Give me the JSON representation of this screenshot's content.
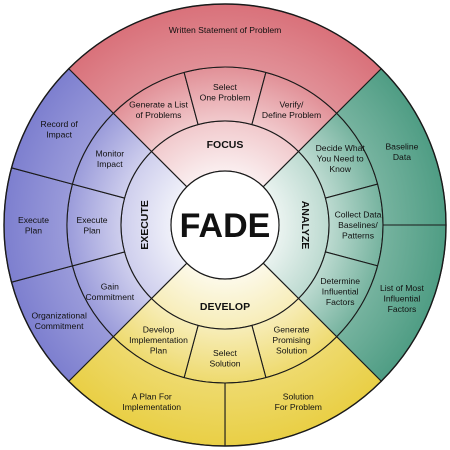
{
  "center_label": "FADE",
  "colors": {
    "focus": "#d9717a",
    "analyze": "#4f9d84",
    "develop": "#e9cf45",
    "execute": "#7d7fcf",
    "center": "#ffffff",
    "outline": "#1a1a1a"
  },
  "quadrants": [
    {
      "key": "focus",
      "title": "FOCUS",
      "inner_items": [
        "Generate a List of Problems",
        "Select One Problem",
        "Verify/ Define Problem"
      ],
      "outer_items": [
        "Written Statement of Problem"
      ]
    },
    {
      "key": "analyze",
      "title": "ANALYZE",
      "inner_items": [
        "Decide What You Need to Know",
        "Collect Data Baselines/ Patterns",
        "Determine Influential Factors"
      ],
      "outer_items": [
        "Baseline Data",
        "List of Most Influential Factors"
      ]
    },
    {
      "key": "develop",
      "title": "DEVELOP",
      "inner_items": [
        "Develop Implementation Plan",
        "Select Solution",
        "Generate Promising Solution"
      ],
      "outer_items": [
        "A Plan For Implementation",
        "Solution For Problem"
      ]
    },
    {
      "key": "execute",
      "title": "EXECUTE",
      "inner_items": [
        "Monitor Impact",
        "Execute Plan",
        "Gain Commitment"
      ],
      "outer_items": [
        "Record of Impact",
        "Execute Plan",
        "Organizational Commitment"
      ]
    }
  ]
}
